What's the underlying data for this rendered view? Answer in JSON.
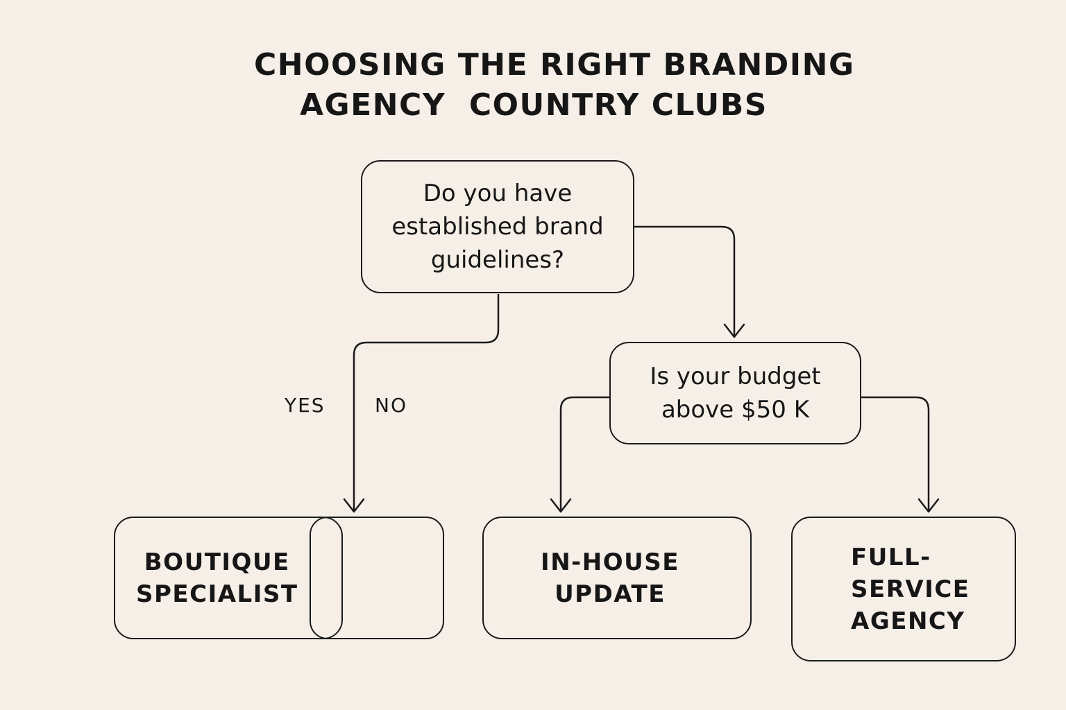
{
  "title": {
    "line1": "CHOOSING THE RIGHT BRANDING",
    "line2": "AGENCY  COUNTRY CLUBS"
  },
  "nodes": {
    "question_guidelines": {
      "lines": [
        "Do you have",
        "established brand",
        "guidelines?"
      ]
    },
    "question_budget": {
      "lines": [
        "Is your budget",
        "above $50 K"
      ]
    },
    "outcome_boutique": {
      "lines": [
        "BOUTIQUE",
        "SPECIALIST"
      ]
    },
    "outcome_inhouse": {
      "lines": [
        "IN-HOUSE",
        "UPDATE"
      ]
    },
    "outcome_fullservice": {
      "lines": [
        "FULL-",
        "SERVICE",
        "AGENCY"
      ]
    }
  },
  "edge_labels": {
    "yes": "YES",
    "no": "NO"
  },
  "colors": {
    "background": "#f6efe8",
    "ink": "#1a1a1a"
  }
}
